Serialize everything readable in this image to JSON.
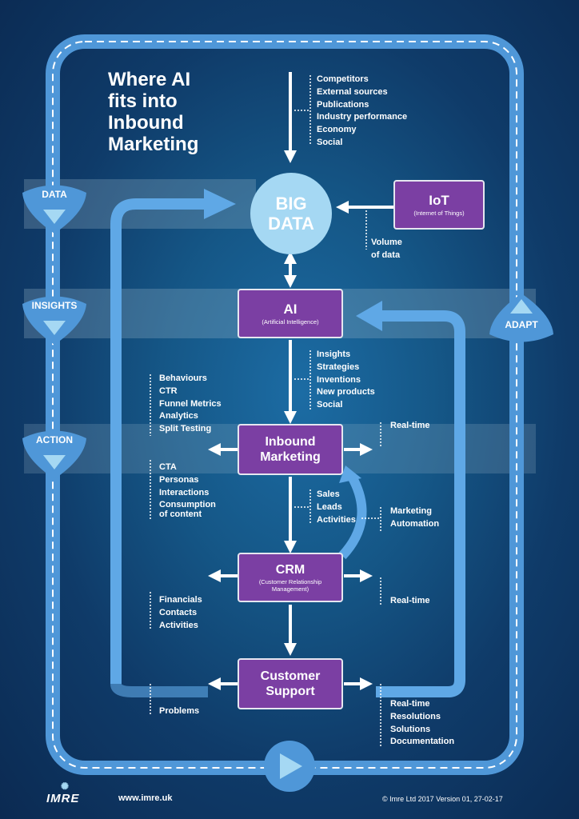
{
  "title_lines": [
    "Where AI",
    "fits into",
    "Inbound",
    "Marketing"
  ],
  "sources": [
    "Competitors",
    "External sources",
    "Publications",
    "Industry performance",
    "Economy",
    "Social"
  ],
  "big_data": [
    "BIG",
    "DATA"
  ],
  "iot": {
    "main": "IoT",
    "sub": "(Internet of Things)"
  },
  "volume": [
    "Volume",
    "of data"
  ],
  "ai": {
    "main": "AI",
    "sub": "(Artificial Intelligence)"
  },
  "ai_outputs": [
    "Insights",
    "Strategies",
    "Inventions",
    "New products",
    "Social"
  ],
  "inbound": {
    "main_lines": [
      "Inbound",
      "Marketing"
    ]
  },
  "inbound_left_top": [
    "Behaviours",
    "CTR",
    "Funnel Metrics",
    "Analytics",
    "Split Testing"
  ],
  "inbound_left_bottom": [
    "CTA",
    "Personas",
    "Interactions",
    "Consumption",
    "of content"
  ],
  "realtime": "Real-time",
  "crm_inputs": [
    "Sales",
    "Leads",
    "Activities"
  ],
  "marketing_automation": [
    "Marketing",
    "Automation"
  ],
  "crm": {
    "main": "CRM",
    "sub_lines": [
      "(Customer Relationship",
      "Management)"
    ]
  },
  "crm_left": [
    "Financials",
    "Contacts",
    "Activities"
  ],
  "support": {
    "main_lines": [
      "Customer",
      "Support"
    ]
  },
  "problems": "Problems",
  "support_right": [
    "Real-time",
    "Resolutions",
    "Solutions",
    "Documentation"
  ],
  "side_labels": {
    "data": "DATA",
    "insights": "INSIGHTS",
    "action": "ACTION",
    "adapt": "ADAPT"
  },
  "footer": {
    "logo": "IMRE",
    "url": "www.imre.uk",
    "copyright": "© Imre Ltd 2017   Version 01, 27-02-17"
  },
  "colors": {
    "box": "#7b3fa3",
    "loop": "#5fa8e6",
    "bigdata": "#a5d8f3"
  }
}
